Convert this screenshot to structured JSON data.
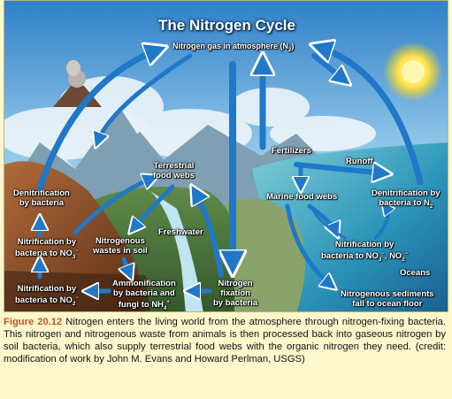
{
  "diagram": {
    "title": "The Nitrogen Cycle",
    "labels": {
      "atmosphere": "Nitrogen gas in atmosphere (N",
      "atmosphere_sub": "2",
      "atmosphere_end": ")",
      "denit_land_1": "Denitrification",
      "denit_land_2": "by bacteria",
      "terrestrial_1": "Terrestrial",
      "terrestrial_2": "food webs",
      "fertilizers": "Fertilizers",
      "runoff": "Runoff",
      "marine": "Marine food webs",
      "denit_ocean_1": "Denitrification by",
      "denit_ocean_2a": "bacteria to N",
      "denit_ocean_2sub": "2",
      "freshwater": "Freshwater",
      "nitrif_no3_1": "Nitrification by",
      "nitrif_no3_2a": "bacteria to NO",
      "nitrif_no3_2sub": "3",
      "nitrif_no3_2sup": "−",
      "nitrogenous_1": "Nitrogenous",
      "nitrogenous_2": "wastes in soil",
      "nitrif_ocean_1": "Nitrification by",
      "nitrif_ocean_2a": "bacteria to NO",
      "nitrif_ocean_2sub1": "3",
      "nitrif_ocean_2sup1": "−",
      "nitrif_ocean_2b": ", NO",
      "nitrif_ocean_2sub2": "2",
      "nitrif_ocean_2sup2": "−",
      "oceans": "Oceans",
      "nitrif_no2_1": "Nitrification by",
      "nitrif_no2_2a": "bacteria to NO",
      "nitrif_no2_2sub": "2",
      "nitrif_no2_2sup": "−",
      "ammon_1": "Ammonification",
      "ammon_2": "by bacteria and",
      "ammon_3a": "fungi to NH",
      "ammon_3sub": "4",
      "ammon_3sup": "+",
      "fixation_1": "Nitrogen",
      "fixation_2": "fixation",
      "fixation_3": "by bacteria",
      "sediments_1": "Nitrogenous sediments",
      "sediments_2": "fall to ocean floor"
    }
  },
  "caption": {
    "figure_number": "Figure 20.12",
    "text": " Nitrogen enters the living world from the atmosphere through nitrogen-fixing bacteria. This nitrogen and nitrogenous waste from animals is then processed back into gaseous nitrogen by soil bacteria, which also supply terrestrial food webs with the organic nitrogen they need. (credit: modification of work by John M. Evans and Howard Perlman, USGS)"
  },
  "colors": {
    "arrow": "#1f78c8",
    "arrow_light": "#6fb7ef",
    "figure_number": "#c0532a",
    "background": "#fdf7cc"
  }
}
